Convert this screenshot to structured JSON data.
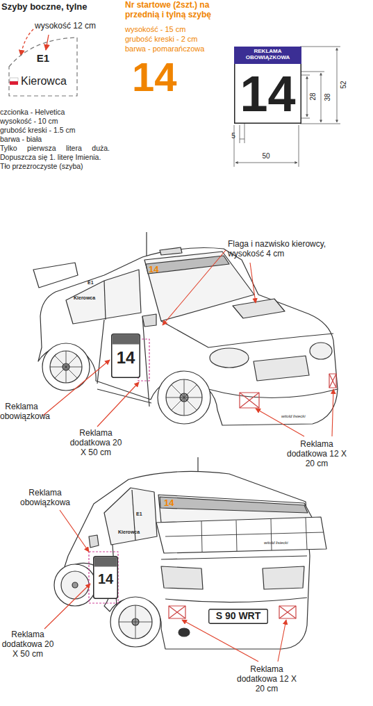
{
  "diagram": {
    "nodes": [
      {
        "text": [
          "E1",
          "Kierowca"
        ]
      },
      {
        "text": [
          "REKLAMA OBOWIĄZKOWA",
          "14"
        ]
      },
      {
        "text": [
          "14"
        ]
      },
      {
        "text": [
          "14"
        ]
      },
      {
        "text": [
          "S 90 WRT"
        ]
      }
    ],
    "labels": [
      "Szyby boczne, tylne",
      "wysokość 12 cm",
      "czcionka - Helvetica",
      "wysokość - 10 cm",
      "grubość kreski - 1.5 cm",
      "barwa - biała",
      "Tylko pierwsza litera duża. Dopuszcza się 1. literę Imienia.",
      "Tło przezroczyste (szyba)",
      "Nr startowe (2szt.) na przednią i tylną szybę",
      "wysokość - 15 cm",
      "grubość kreski - 2 cm",
      "barwa - pomarańczowa",
      "14",
      "28",
      "38",
      "52",
      "5",
      "50",
      "Flaga i nazwisko kierowcy, wysokość 4 cm",
      "14",
      "E1",
      "Kierowca",
      "Reklama obowiązkowa",
      "Reklama dodatkowa 20 X 50 cm",
      "Reklama dodatkowa 12 X 20 cm",
      "witold lisiecki",
      "Reklama obowiązkowa",
      "14",
      "E1",
      "Kierowca",
      "witold lisiecki",
      "Reklama dodatkowa 20 X 50 cm",
      "Reklama dodatkowa 12 X 20 cm"
    ]
  }
}
